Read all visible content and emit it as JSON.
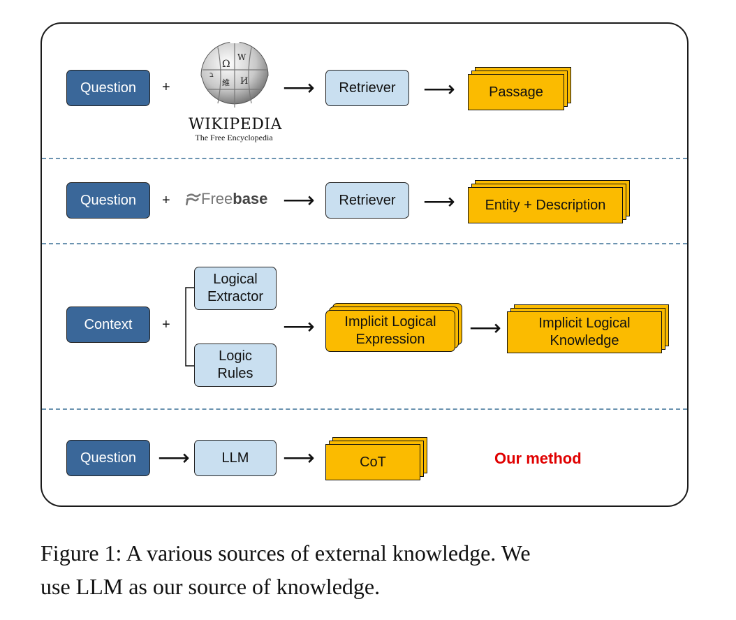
{
  "rows": {
    "wikipedia": {
      "input": "Question",
      "plus": "+",
      "source_icon": "wikipedia-globe-icon",
      "source_title": "WIKIPEDIA",
      "source_subtitle": "The Free Encyclopedia",
      "arrow": "⟶",
      "module": "Retriever",
      "output": "Passage"
    },
    "freebase": {
      "input": "Question",
      "plus": "+",
      "source_icon": "freebase-logo-icon",
      "source_prefix": "Free",
      "source_suffix": "base",
      "arrow": "⟶",
      "module": "Retriever",
      "output": "Entity + Description"
    },
    "logic": {
      "input": "Context",
      "plus": "+",
      "module_top": "Logical\nExtractor",
      "module_bottom": "Logic\nRules",
      "arrow": "⟶",
      "intermediate": "Implicit Logical\nExpression",
      "output": "Implicit Logical\nKnowledge"
    },
    "llm": {
      "input": "Question",
      "arrow": "⟶",
      "module": "LLM",
      "output": "CoT",
      "label": "Our method"
    }
  },
  "caption": {
    "line1": "Figure 1: A various sources of external knowledge. We",
    "line2": "use LLM as our source of knowledge."
  },
  "colors": {
    "input_box": "#3a6799",
    "module_box": "#c9dff0",
    "output_stack": "#fbbb00",
    "separator": "#6b93b0",
    "our_method": "#e00000"
  }
}
